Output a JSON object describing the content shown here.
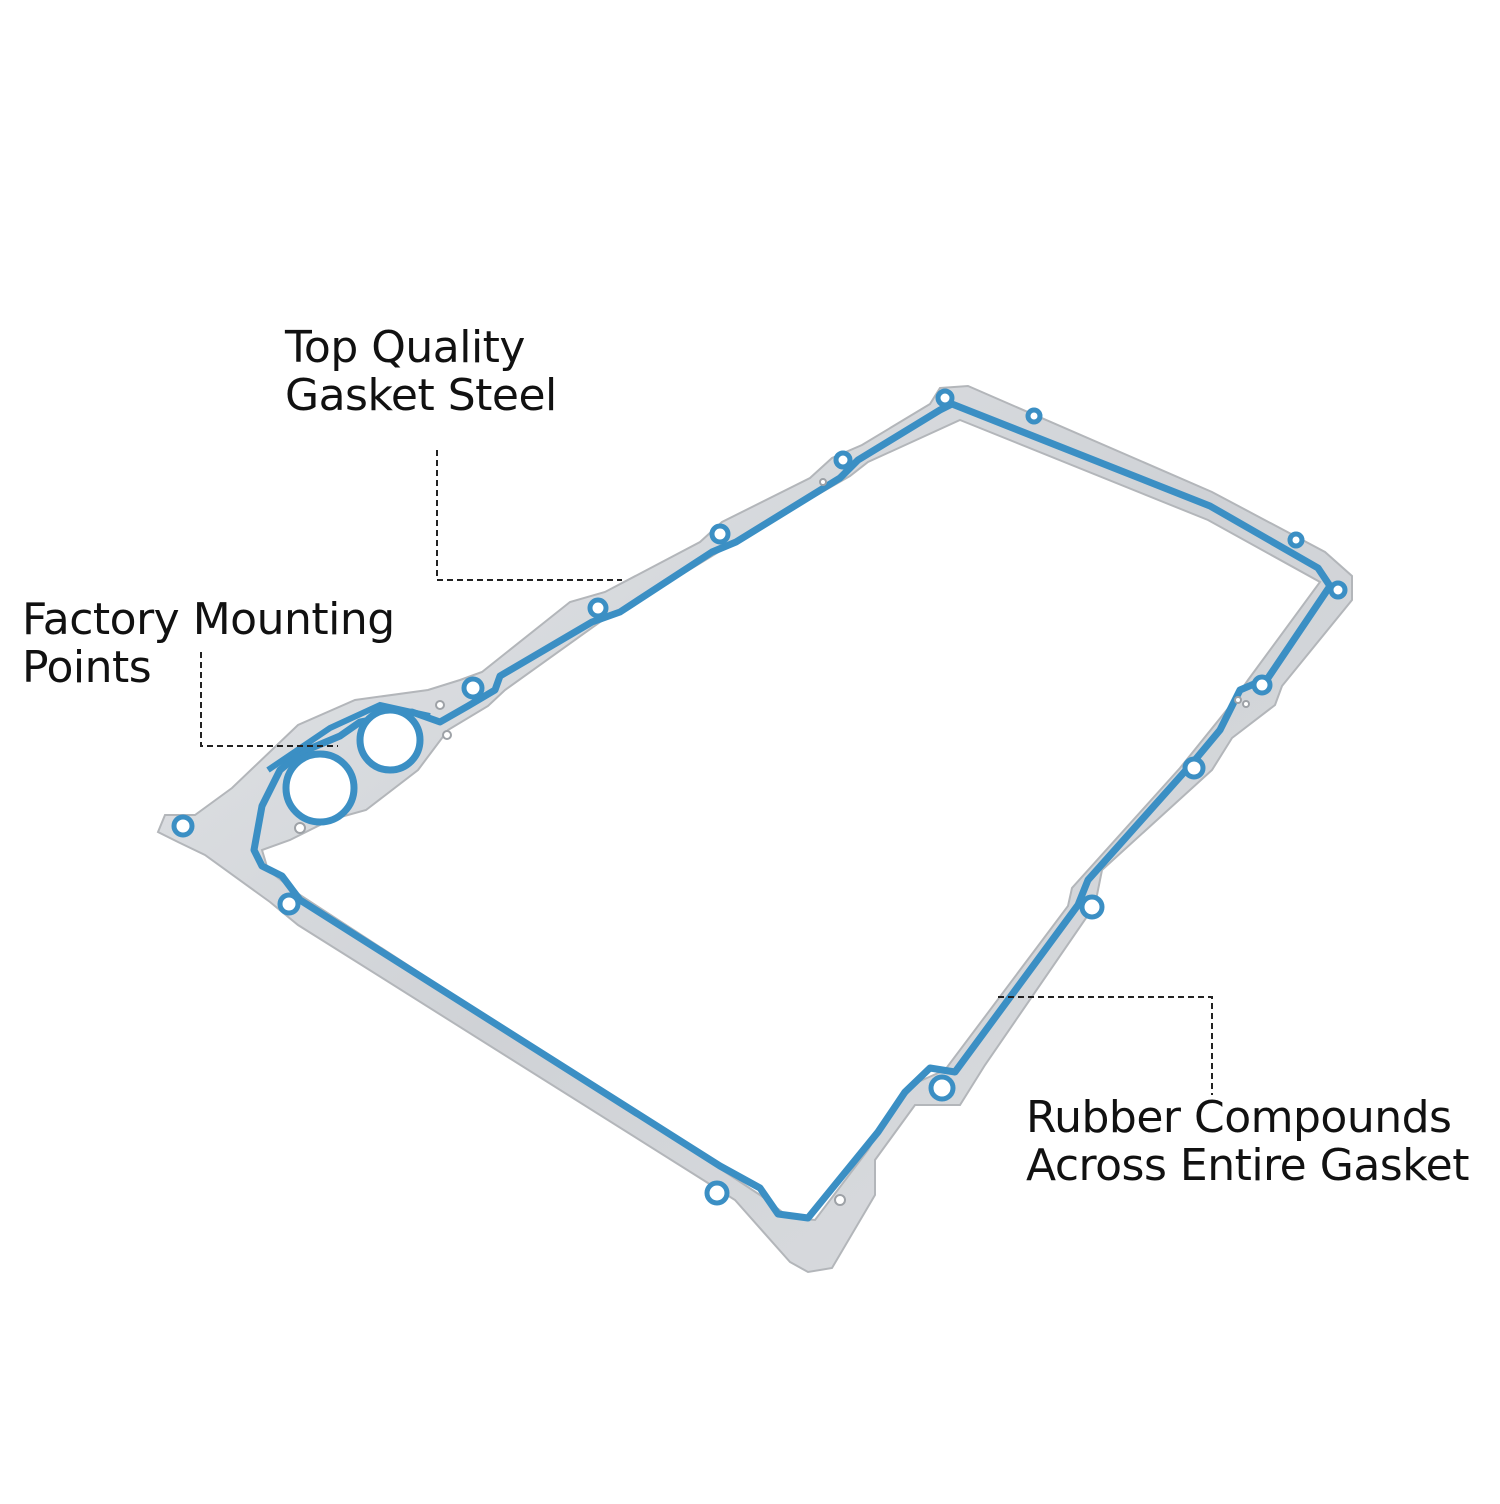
{
  "callouts": {
    "steel": {
      "line1": "Top Quality",
      "line2": "Gasket Steel"
    },
    "mounting": {
      "line1": "Factory Mounting",
      "line2": "Points"
    },
    "rubber": {
      "line1": "Rubber Compounds",
      "line2": "Across Entire Gasket"
    }
  },
  "colors": {
    "background": "#ffffff",
    "steel": "#d7d9dc",
    "steel_edge": "#b3b6ba",
    "rubber_bead": "#3b8fc4",
    "text": "#111111",
    "leader_line": "#222222"
  },
  "product": {
    "subject": "oil-pan-gasket"
  }
}
